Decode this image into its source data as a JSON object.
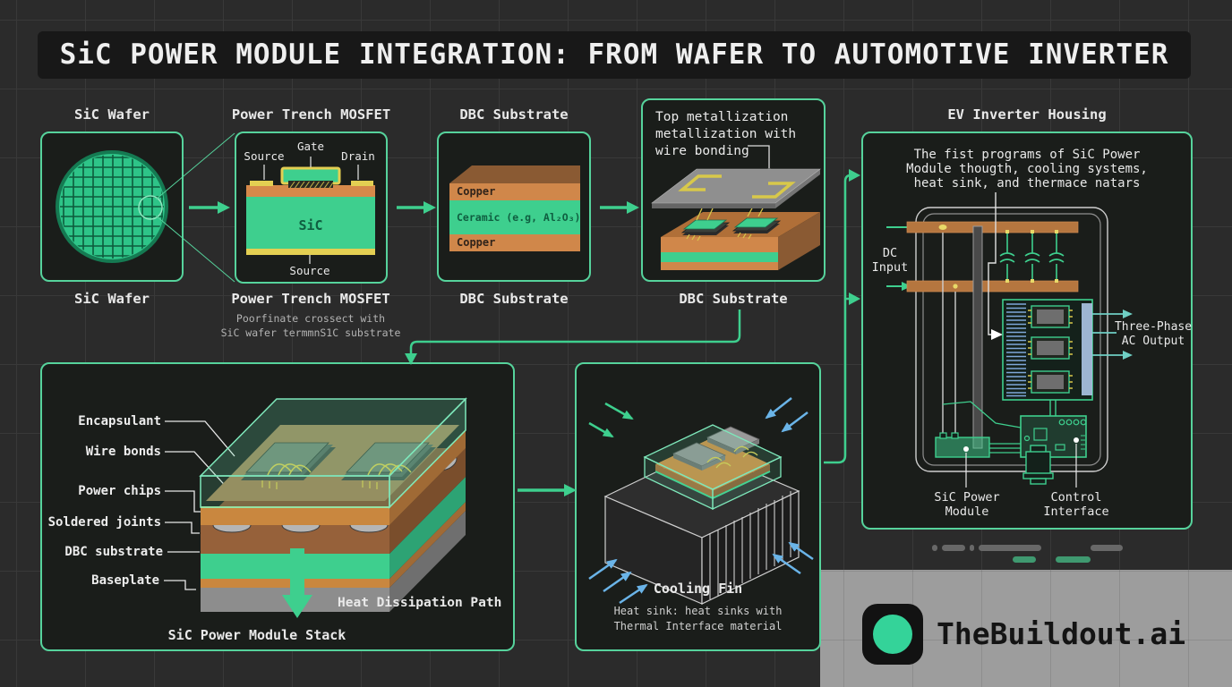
{
  "title": "SiC POWER MODULE INTEGRATION: FROM WAFER TO AUTOMOTIVE INVERTER",
  "wafer": {
    "title": "SiC Wafer",
    "caption": "SiC Wafer"
  },
  "mosfet": {
    "title": "Power Trench MOSFET",
    "caption": "Power Trench MOSFET",
    "note1": "Poorfinate crossect with",
    "note2": "SiC wafer termmnS1C substrate",
    "source_top": "Source",
    "gate": "Gate",
    "drain": "Drain",
    "body": "SiC",
    "source_bottom": "Source"
  },
  "dbc": {
    "title": "DBC Substrate",
    "caption": "DBC Substrate",
    "copper_top": "Copper",
    "ceramic": "Ceramic (e.g, Al₂O₃)",
    "copper_bottom": "Copper"
  },
  "metallization": {
    "note1": "Top metallization",
    "note2": "metallization with",
    "note3": "wire bonding",
    "caption": "DBC Substrate"
  },
  "inverter": {
    "title": "EV Inverter Housing",
    "desc1": "The fist programs of SiC Power",
    "desc2": "Module thougth, cooling systems,",
    "desc3": "heat sink, and thermace natars",
    "dc_line1": "DC",
    "dc_line2": "Input",
    "ac_line1": "Three-Phase",
    "ac_line2": "AC Output",
    "module_line1": "SiC Power",
    "module_line2": "Module",
    "control_line1": "Control",
    "control_line2": "Interface"
  },
  "stack": {
    "labels": [
      "Encapsulant",
      "Wire bonds",
      "Power chips",
      "Soldered joints",
      "DBC substrate",
      "Baseplate"
    ],
    "heat_label": "Heat Dissipation Path",
    "caption": "SiC Power Module Stack"
  },
  "cooling": {
    "caption": "Cooling Fin",
    "note1": "Heat sink: heat sinks with",
    "note2": "Thermal Interface material"
  },
  "branding": {
    "name": "TheBuildout.ai"
  },
  "colors": {
    "accent_green": "#3ecf8e",
    "panel_border": "#56d39c",
    "copper": "#c5803f",
    "wafer_green": "#2ec488",
    "blue_arrow": "#6ab4e8",
    "teal_arrow": "#6fcfc4",
    "gray_band": "#9d9d9d",
    "logo_green": "#34d399"
  }
}
